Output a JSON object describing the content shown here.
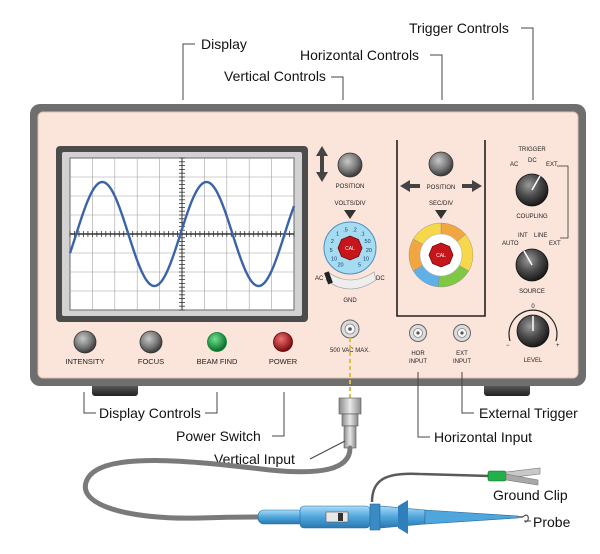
{
  "callouts": {
    "display": "Display",
    "vertical_controls": "Vertical Controls",
    "horizontal_controls": "Horizontal Controls",
    "trigger_controls": "Trigger Controls",
    "display_controls": "Display Controls",
    "power_switch": "Power Switch",
    "vertical_input": "Vertical Input",
    "external_trigger": "External Trigger",
    "horizontal_input": "Horizontal Input",
    "ground_clip": "Ground Clip",
    "probe": "Probe"
  },
  "panel": {
    "intensity": "INTENSITY",
    "focus": "FOCUS",
    "beam_find": "BEAM FIND",
    "power": "POWER",
    "max_voltage": "500 VAC MAX.",
    "v_position": "POSITION",
    "volts_div": "VOLTS/DIV",
    "cal": "CAL",
    "ac": "AC",
    "dc": "DC",
    "gnd": "GND",
    "h_position": "POSITION",
    "sec_div": "SEC/DIV",
    "hor_input_1": "HOR",
    "hor_input_2": "INPUT",
    "ext_input_1": "EXT",
    "ext_input_2": "INPUT",
    "trigger": "TRIGGER",
    "coupling": "COUPLING",
    "coupling_ac": "AC",
    "coupling_dc": "DC",
    "coupling_ext": "EXT",
    "source": "SOURCE",
    "source_auto": "AUTO",
    "source_int": "INT",
    "source_line": "LINE",
    "source_ext": "EXT",
    "level": "LEVEL",
    "level_zero": "0",
    "level_minus": "−",
    "level_plus": "+"
  },
  "volts_dial_numbers": [
    "20",
    "10",
    "5",
    "2",
    "1",
    ".5",
    ".2",
    ".1",
    "50",
    "20",
    "10",
    "5"
  ],
  "colors": {
    "case": "#6e6e6e",
    "panel": "#fbe4da",
    "screen": "#ffffff",
    "grid": "#8a8a8a",
    "trace": "#3a63a8",
    "beam_led": "#1c9a3e",
    "power_led": "#b2171c",
    "cal_knob": "#c6161c",
    "probe_body": "#5aaee0"
  }
}
